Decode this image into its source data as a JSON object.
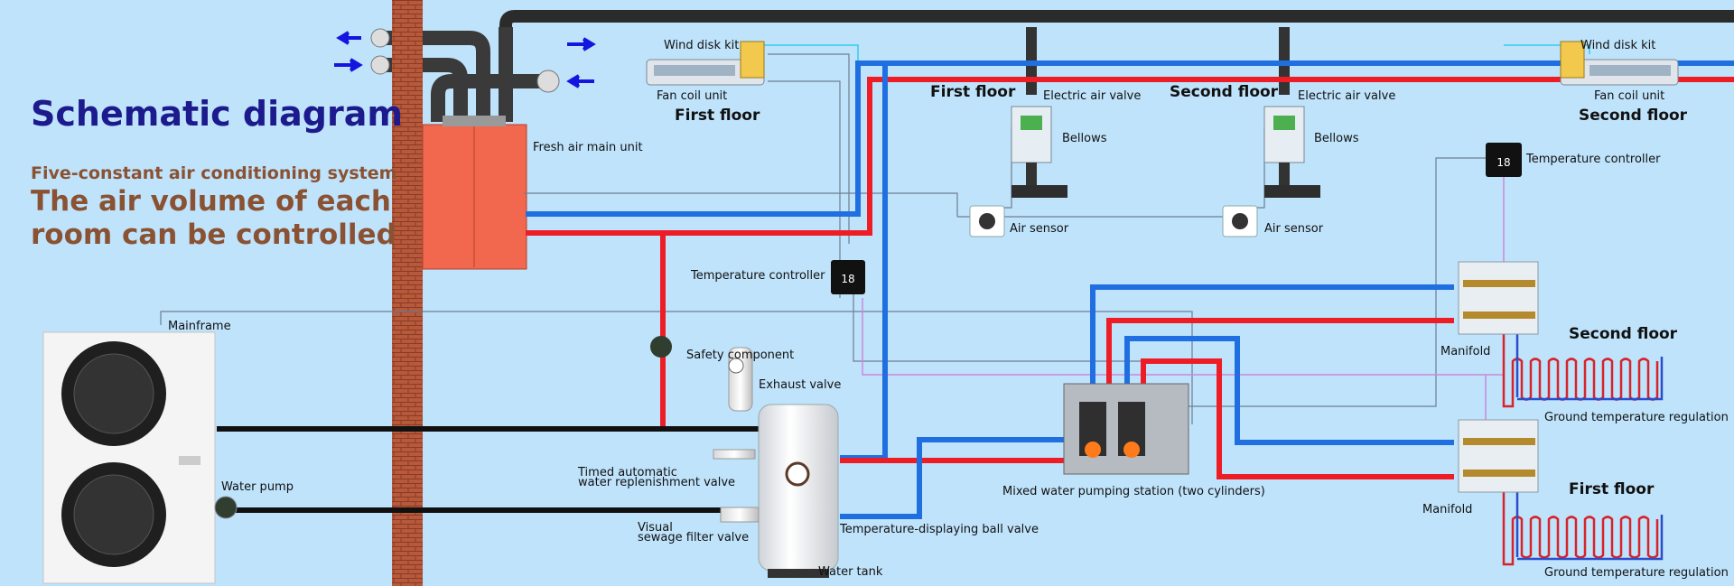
{
  "title": "Schematic diagram",
  "subtitle": "Five-constant air conditioning system",
  "headline_line1": "The air volume of each",
  "headline_line2": "room can be controlled",
  "labels": {
    "wind_disk_kit_left": "Wind disk kit",
    "fan_coil_left": "Fan coil unit",
    "first_floor_left": "First floor",
    "first_floor_mid": "First floor",
    "electric_air_valve_1": "Electric air valve",
    "second_floor_mid": "Second floor",
    "electric_air_valve_2": "Electric air valve",
    "wind_disk_kit_right": "Wind disk kit",
    "fan_coil_right": "Fan coil unit",
    "second_floor_right": "Second floor",
    "fresh_air_main_unit": "Fresh air main unit",
    "bellows_1": "Bellows",
    "bellows_2": "Bellows",
    "temp_controller_top": "Temperature controller",
    "air_sensor_1": "Air sensor",
    "air_sensor_2": "Air sensor",
    "temp_controller_mid": "Temperature controller",
    "mainframe": "Mainframe",
    "safety_component": "Safety component",
    "exhaust_valve": "Exhaust valve",
    "water_pump": "Water pump",
    "timed_refill_1": "Timed automatic",
    "timed_refill_2": "water replenishment valve",
    "visual_filter_1": "Visual",
    "visual_filter_2": "sewage filter valve",
    "temp_ball_valve": "Temperature-displaying ball valve",
    "water_tank": "Water tank",
    "mixed_station": "Mixed water pumping station (two cylinders)",
    "manifold_upper": "Manifold",
    "manifold_lower": "Manifold",
    "second_floor_floorheat": "Second floor",
    "first_floor_floorheat": "First floor",
    "ground_reg_upper": "Ground temperature regulation",
    "ground_reg_lower": "Ground temperature regulation",
    "thermostat_display": "18"
  },
  "colors": {
    "background": "#bfe3fb",
    "hot_pipe": "#ee1c24",
    "cold_pipe": "#1f6fe0",
    "duct": "#2b2b2b",
    "signal_wire": "#6e7f92",
    "wall": "#b5563a",
    "fresh_air_unit": "#f2684f"
  },
  "icons": [
    "arrow-left-icon",
    "arrow-right-icon",
    "fan-vent-icon",
    "thermostat-icon",
    "air-sensor-icon",
    "pump-icon"
  ]
}
